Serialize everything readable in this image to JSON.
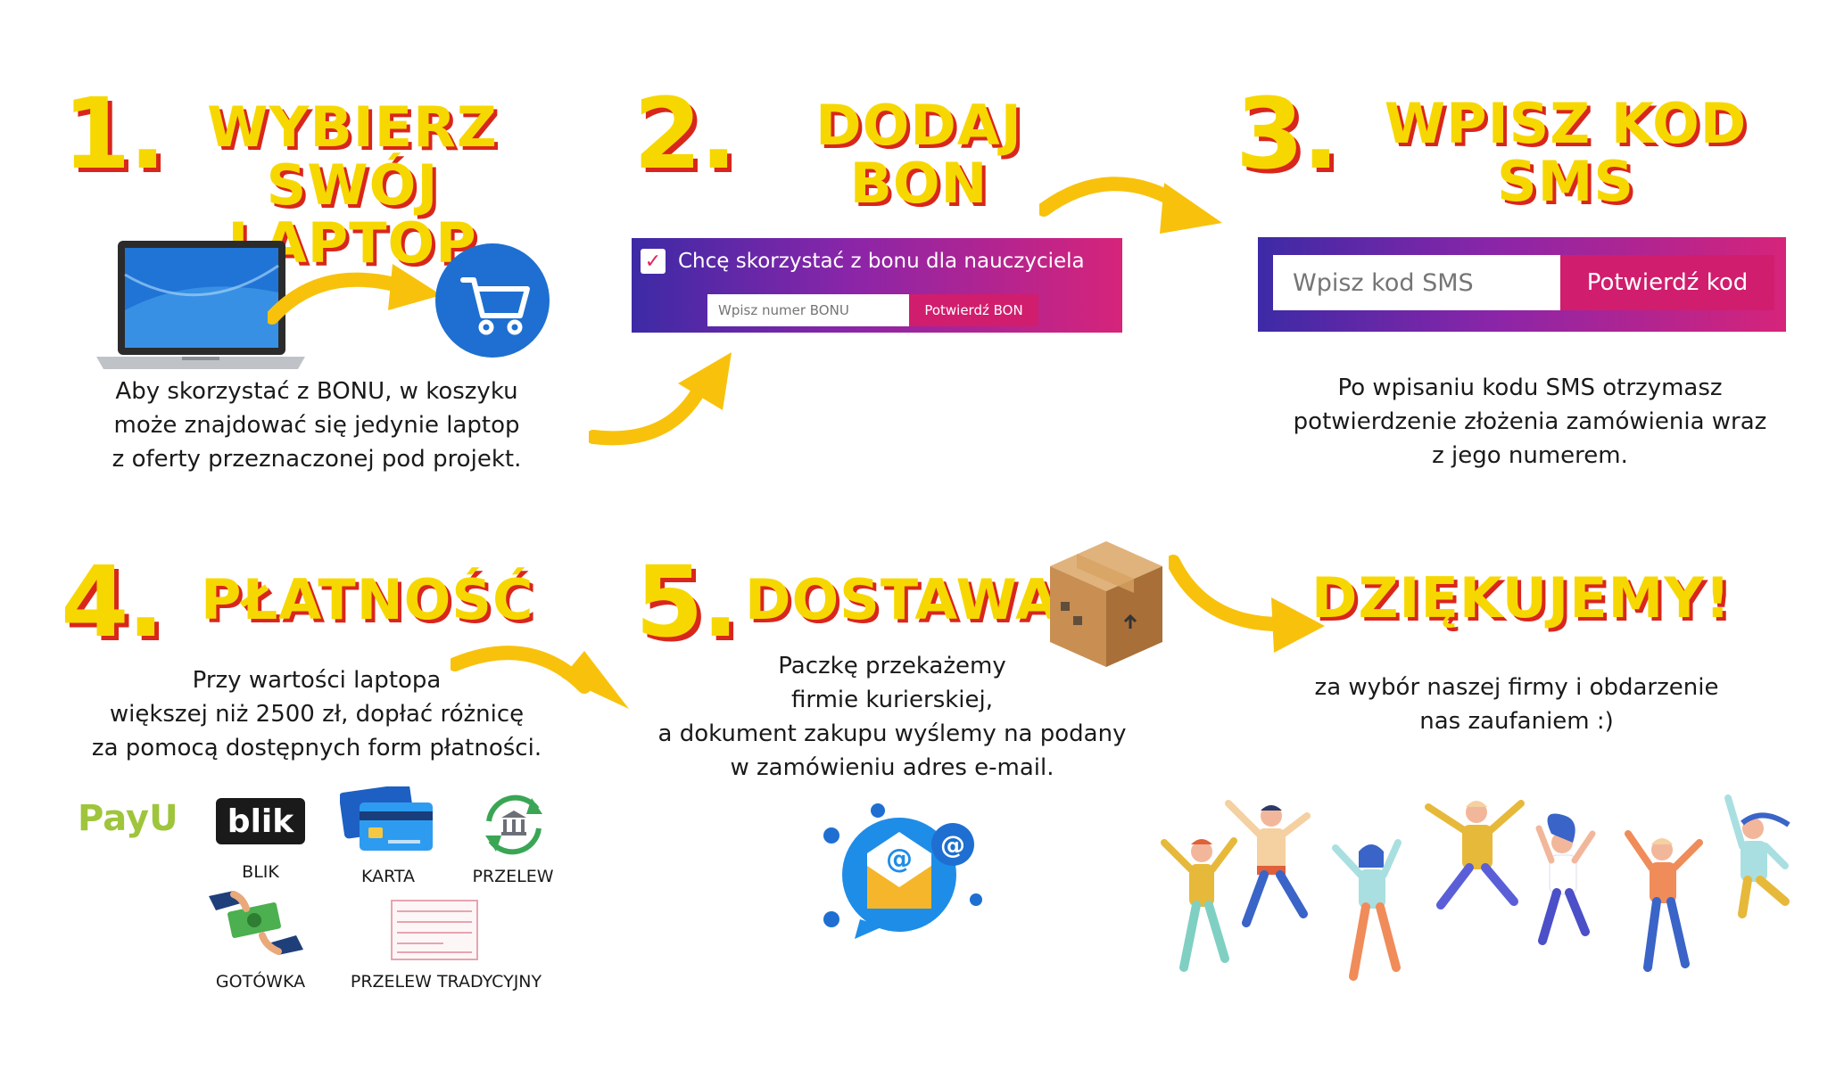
{
  "steps": [
    {
      "number": "1.",
      "title": "WYBIERZ SWÓJ LAPTOP",
      "text": [
        "Aby skorzystać z BONU, w koszyku",
        "może znajdować się jedynie  laptop",
        "z oferty przeznaczonej pod projekt."
      ]
    },
    {
      "number": "2.",
      "title": "DODAJ BON"
    },
    {
      "number": "3.",
      "title": "WPISZ KOD SMS",
      "text": [
        "Po wpisaniu kodu SMS otrzymasz",
        "potwierdzenie złożenia zamówienia wraz",
        "z jego numerem."
      ]
    },
    {
      "number": "4.",
      "title": "PŁATNOŚĆ",
      "text": [
        "Przy wartości laptopa",
        "większej niż 2500 zł, dopłać różnicę",
        "za pomocą dostępnych form płatności."
      ]
    },
    {
      "number": "5.",
      "title": "DOSTAWA",
      "text": [
        "Paczkę przekażemy",
        "firmie kurierskiej,",
        "a dokument zakupu wyślemy na podany",
        "w zamówieniu adres e-mail."
      ]
    }
  ],
  "thanks": {
    "title": "DZIĘKUJEMY!",
    "text": [
      "za wybór naszej firmy i obdarzenie",
      "nas zaufaniem :)"
    ]
  },
  "bon_widget": {
    "checkbox_label": "Chcę skorzystać z bonu dla nauczyciela",
    "checkbox_checked": true,
    "input_placeholder": "Wpisz numer BONU",
    "button_label": "Potwierdź BON"
  },
  "sms_widget": {
    "input_placeholder": "Wpisz kod SMS",
    "button_label": "Potwierdź kod"
  },
  "payments": {
    "payu_logo": "PayU",
    "blik_logo": "blik",
    "labels": {
      "blik": "BLIK",
      "karta": "KARTA",
      "przelew": "PRZELEW",
      "gotowka": "GOTÓWKA",
      "przelew_tradycyjny": "PRZELEW TRADYCYJNY"
    }
  },
  "colors": {
    "heading_yellow": "#f6d800",
    "heading_shadow_red": "#d9261c",
    "arrow_yellow": "#f8c20c",
    "widget_gradient": [
      "#3d2aa6",
      "#8b25a8",
      "#d6247a"
    ],
    "button_pink": "#d11d6e",
    "cart_blue": "#1e6fd1"
  },
  "icons": [
    "laptop-icon",
    "cart-icon",
    "arrow-icon",
    "parcel-box-icon",
    "email-envelope-icon",
    "payu-logo",
    "blik-logo",
    "card-icon",
    "bank-transfer-icon",
    "cash-icon",
    "transfer-form-icon",
    "people-celebrating-illustration"
  ]
}
